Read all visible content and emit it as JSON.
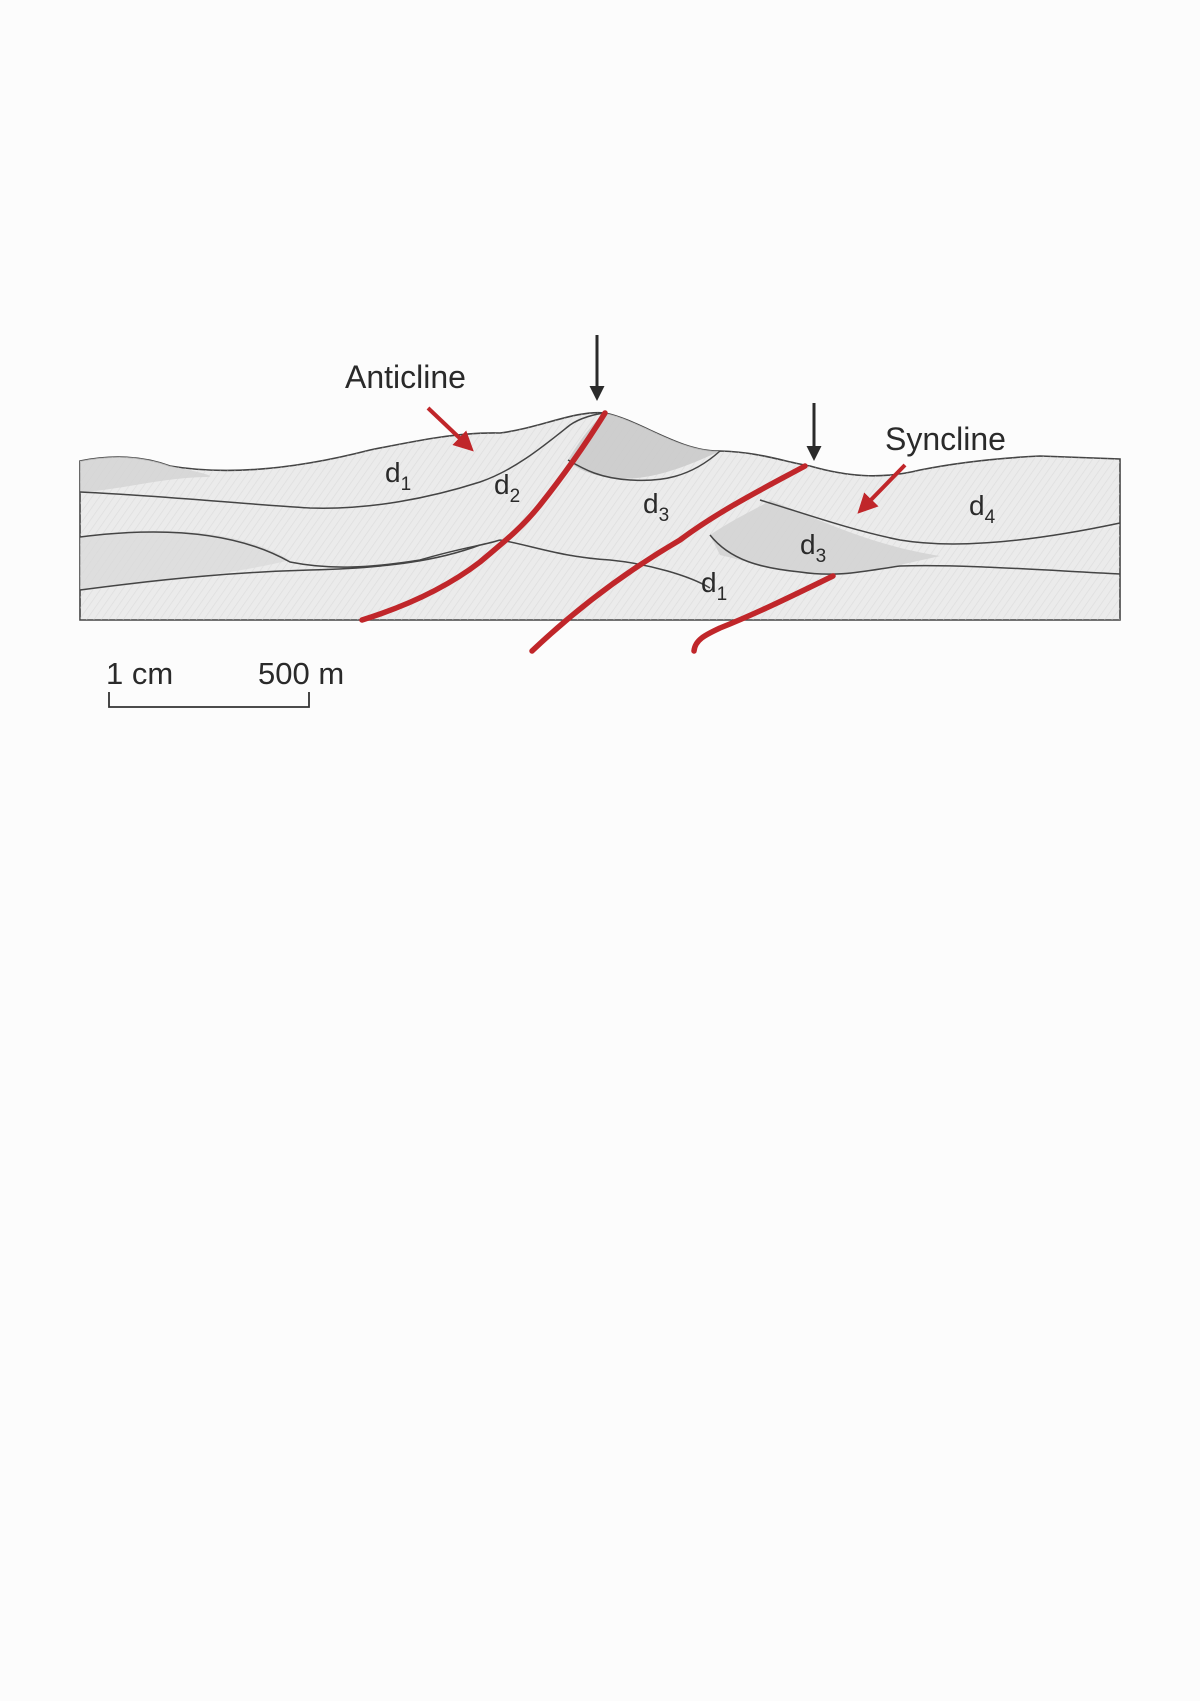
{
  "labels": {
    "anticline": "Anticline",
    "syncline": "Syncline"
  },
  "units": [
    {
      "id": "d1-left",
      "base": "d",
      "sub": "1"
    },
    {
      "id": "d2",
      "base": "d",
      "sub": "2"
    },
    {
      "id": "d3-center",
      "base": "d",
      "sub": "3"
    },
    {
      "id": "d4",
      "base": "d",
      "sub": "4"
    },
    {
      "id": "d3-right",
      "base": "d",
      "sub": "3"
    },
    {
      "id": "d1-right",
      "base": "d",
      "sub": "1"
    }
  ],
  "scale_bar": {
    "left_label": "1 cm",
    "right_label": "500 m"
  },
  "colors": {
    "fault": "#c0262a",
    "arrow_red": "#c0262a",
    "arrow_dark": "#2b2b2b",
    "rock_light": "#ececec",
    "rock_mid": "#dcdcdc",
    "rock_dark": "#cbcbcb",
    "outline": "#444444"
  }
}
